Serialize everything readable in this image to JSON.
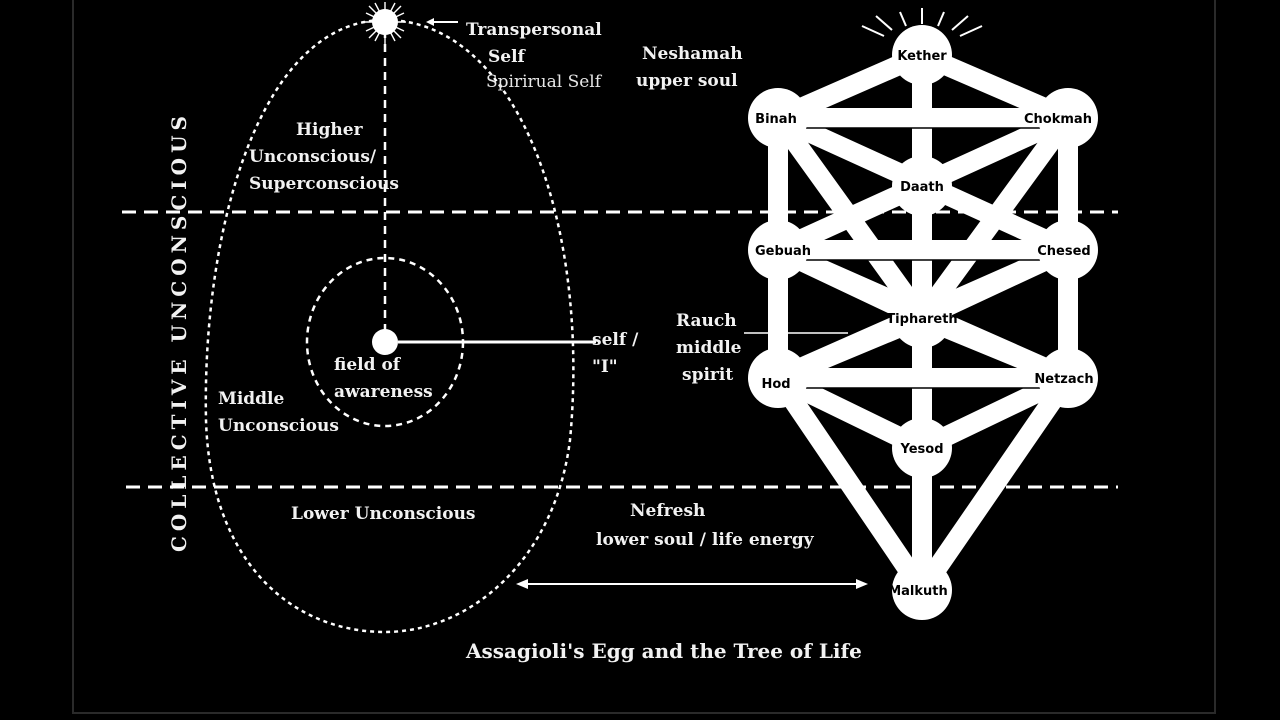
{
  "diagram": {
    "caption": "Assagioli's Egg and the Tree of Life",
    "side_label": "COLLECTIVE UNCONSCIOUS",
    "egg": {
      "transpersonal_line1": "Transpersonal",
      "transpersonal_line2": "Self",
      "spiritual_self": "Spirirual Self",
      "higher_line1": "Higher",
      "higher_line2": "Unconscious/",
      "higher_line3": "Superconscious",
      "field_line1": "field of",
      "field_line2": "awareness",
      "self_line1": "self /",
      "self_line2": "\"I\"",
      "middle_line1": "Middle",
      "middle_line2": "Unconscious",
      "lower": "Lower Unconscious"
    },
    "soul": {
      "neshamah_line1": "Neshamah",
      "neshamah_line2": "upper soul",
      "rauch_line1": "Rauch",
      "rauch_line2": "middle",
      "rauch_line3": "spirit",
      "nefresh_line1": "Nefresh",
      "nefresh_line2": "lower soul / life energy"
    },
    "sephirot": {
      "kether": "Kether",
      "binah": "Binah",
      "chokmah": "Chokmah",
      "daath": "Daath",
      "gebuah": "Gebuah",
      "chesed": "Chesed",
      "tiphareth": "Tiphareth",
      "hod": "Hod",
      "netzach": "Netzach",
      "yesod": "Yesod",
      "malkuth": "Malkuth"
    }
  }
}
